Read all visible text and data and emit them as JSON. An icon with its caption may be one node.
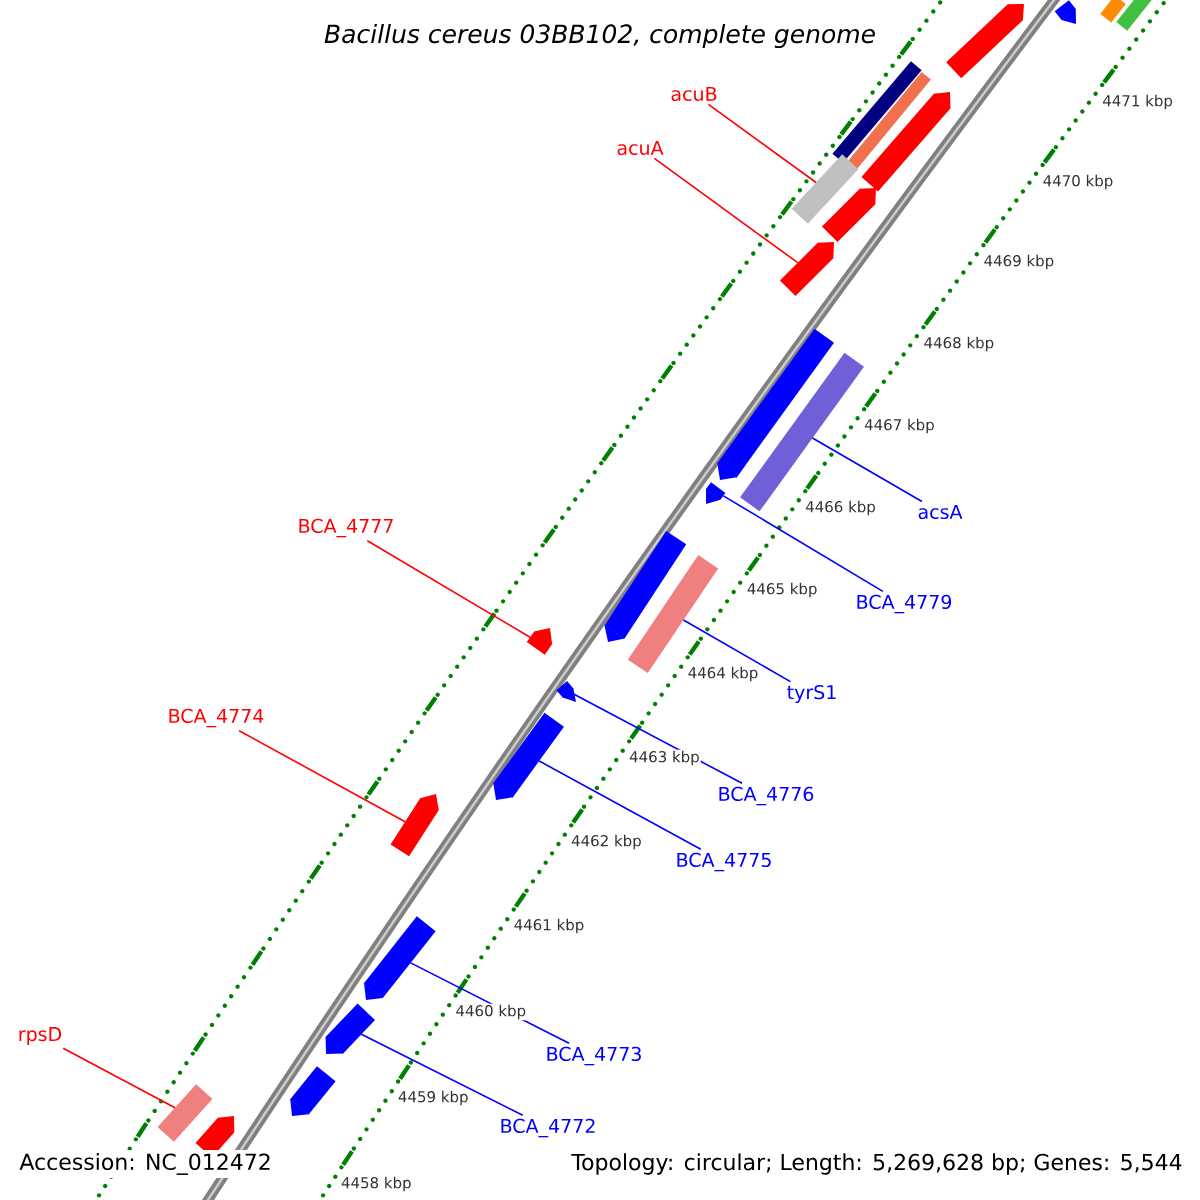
{
  "diagram": {
    "title": "Bacillus cereus 03BB102, complete genome",
    "nodes": [
      {
        "text": [
          "acuB"
        ]
      },
      {
        "text": [
          "acuA"
        ]
      },
      {
        "text": [
          "BCA_4777"
        ]
      },
      {
        "text": [
          "BCA_4774"
        ]
      },
      {
        "text": [
          "rpsD"
        ]
      },
      {
        "text": [
          "acsA"
        ]
      },
      {
        "text": [
          "BCA_4779"
        ]
      },
      {
        "text": [
          "tyrS1"
        ]
      },
      {
        "text": [
          "BCA_4776"
        ]
      },
      {
        "text": [
          "BCA_4775"
        ]
      },
      {
        "text": [
          "BCA_4773"
        ]
      },
      {
        "text": [
          "BCA_4772"
        ]
      },
      {
        "text": [],
        "shape": "arrow"
      },
      {
        "text": [],
        "shape": "bar"
      },
      {
        "text": [],
        "shape": "bar"
      },
      {
        "text": [],
        "shape": "arrow"
      },
      {
        "text": [],
        "shape": "bar"
      },
      {
        "text": [],
        "shape": "bar"
      },
      {
        "text": [],
        "shape": "bar"
      },
      {
        "text": [],
        "shape": "arrow"
      },
      {
        "text": [],
        "shape": "arrow"
      },
      {
        "text": [],
        "shape": "arrow"
      },
      {
        "text": [],
        "shape": "arrow"
      },
      {
        "text": [],
        "shape": "bar"
      },
      {
        "text": [],
        "shape": "arrow"
      },
      {
        "text": [],
        "shape": "arrow"
      },
      {
        "text": [],
        "shape": "bar"
      },
      {
        "text": [],
        "shape": "arrow"
      },
      {
        "text": [],
        "shape": "arrow"
      },
      {
        "text": [],
        "shape": "arrow"
      },
      {
        "text": [],
        "shape": "arrow"
      },
      {
        "text": [],
        "shape": "arrow"
      },
      {
        "text": [],
        "shape": "arrow"
      },
      {
        "text": [],
        "shape": "arrow"
      },
      {
        "text": [],
        "shape": "bar"
      },
      {
        "text": [],
        "shape": "arrow"
      }
    ],
    "edges": [
      {
        "from": 0,
        "to": 18,
        "arrow": "none",
        "color": "#ff0000"
      },
      {
        "from": 1,
        "to": 21,
        "arrow": "none",
        "color": "#ff0000"
      },
      {
        "from": 2,
        "to": 27,
        "arrow": "none",
        "color": "#ff0000"
      },
      {
        "from": 3,
        "to": 30,
        "arrow": "none",
        "color": "#ff0000"
      },
      {
        "from": 4,
        "to": 34,
        "arrow": "none",
        "color": "#ff0000"
      },
      {
        "from": 5,
        "to": 23,
        "arrow": "none"
      },
      {
        "from": 6,
        "to": 24,
        "arrow": "none"
      },
      {
        "from": 7,
        "to": 26,
        "arrow": "none"
      },
      {
        "from": 8,
        "to": 28,
        "arrow": "none"
      },
      {
        "from": 9,
        "to": 29,
        "arrow": "none"
      },
      {
        "from": 10,
        "to": 31,
        "arrow": "none"
      },
      {
        "from": 11,
        "to": 32,
        "arrow": "none"
      }
    ],
    "labels": [
      "4471 kbp",
      "4470 kbp",
      "4469 kbp",
      "4468 kbp",
      "4467 kbp",
      "4466 kbp",
      "4465 kbp",
      "4464 kbp",
      "4463 kbp",
      "4462 kbp",
      "4461 kbp",
      "4460 kbp",
      "4459 kbp",
      "4458 kbp",
      "Accession: NC_012472",
      "Topology: circular; Length: 5,269,628 bp; Genes: 5,544"
    ]
  }
}
